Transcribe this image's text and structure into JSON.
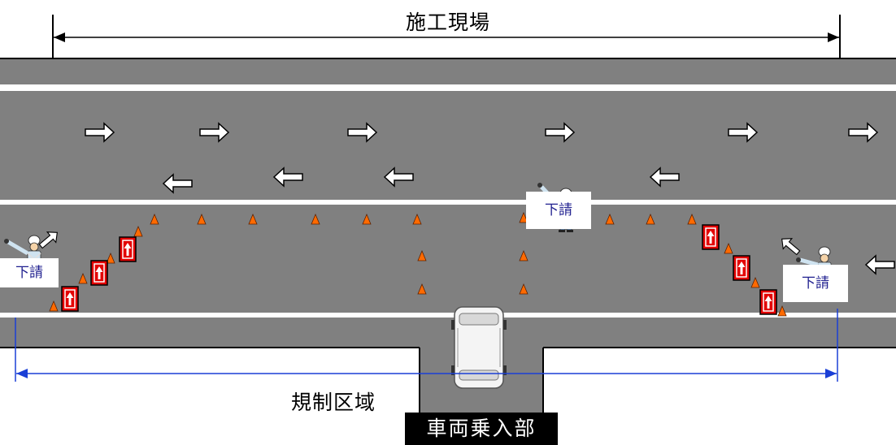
{
  "labels": {
    "site": "施工現場",
    "regulated_zone": "規制区域",
    "vehicle_entrance": "車両乗入部",
    "subcontractor": "下請"
  },
  "colors": {
    "road": "#808080",
    "lane_line": "#ffffff",
    "cone": "#ff6a00",
    "arrow_board": "#e30000",
    "dimension_line_regulated": "#1a3fd6",
    "dimension_line_site": "#000000",
    "entrance_label_bg": "#000000"
  },
  "icons": {
    "traffic_arrow": "arrow-icon",
    "cone": "traffic-cone-icon",
    "arrow_board": "up-arrow-board-icon",
    "flagger": "flagger-person-icon",
    "vehicle": "car-icon"
  }
}
